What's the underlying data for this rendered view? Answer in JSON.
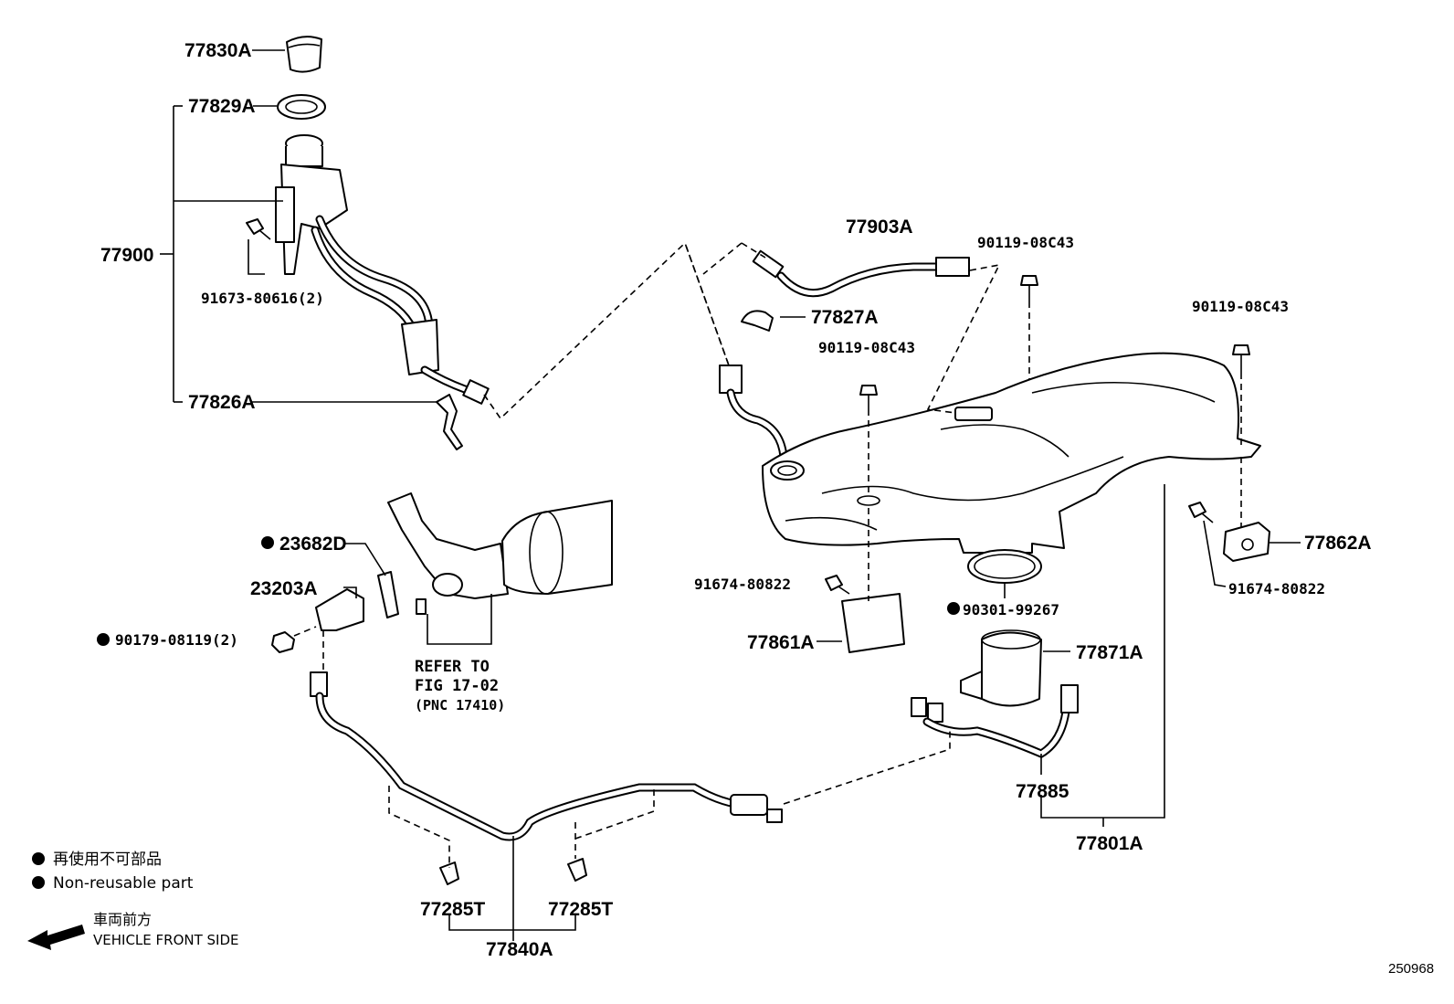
{
  "diagram": {
    "part_labels": {
      "p77830A": "77830A",
      "p77829A": "77829A",
      "p77900": "77900",
      "p91673": "91673-80616(2)",
      "p77826A": "77826A",
      "p77903A": "77903A",
      "p77827A": "77827A",
      "p90119_a": "90119-08C43",
      "p90119_b": "90119-08C43",
      "p90119_c": "90119-08C43",
      "p23682D": "23682D",
      "p23203A": "23203A",
      "p90179": "90179-08119(2)",
      "p91674_a": "91674-80822",
      "p91674_b": "91674-80822",
      "p77861A": "77861A",
      "p90301": "90301-99267",
      "p77862A": "77862A",
      "p77871A": "77871A",
      "p77885": "77885",
      "p77801A": "77801A",
      "p77285T_a": "77285T",
      "p77285T_b": "77285T",
      "p77840A": "77840A"
    },
    "refer": {
      "line1": "REFER TO",
      "line2": "FIG 17-02",
      "line3": "(PNC 17410)"
    },
    "legend": {
      "jp_nonreusable": "再使用不可部品",
      "en_nonreusable": "Non-reusable part",
      "jp_front": "車両前方",
      "en_front": "VEHICLE FRONT SIDE"
    },
    "illustration_number": "250968"
  }
}
